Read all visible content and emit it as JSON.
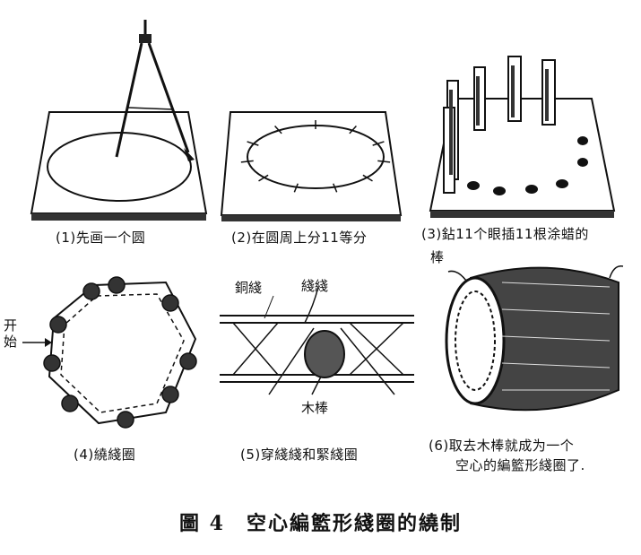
{
  "figure_title": "圖 4　空心編籃形綫圈的繞制",
  "panels": [
    {
      "caption": "(1)先画一个圆"
    },
    {
      "caption": "(2)在圆周上分11等分"
    },
    {
      "caption": "(3)鉆11个眼插11根涂蜡的"
    },
    {
      "caption": "(4)繞綫圈"
    },
    {
      "caption": "(5)穿綫綫和緊綫圈"
    },
    {
      "caption": "(6)取去木棒就成为一个",
      "caption_line2": "空心的編籃形綫圈了."
    }
  ],
  "labels": {
    "rod_word": "棒",
    "start_1": "开",
    "start_2": "始",
    "copper_wire": "銅綫",
    "thread": "綫綫",
    "wooden_rod": "木棒"
  }
}
